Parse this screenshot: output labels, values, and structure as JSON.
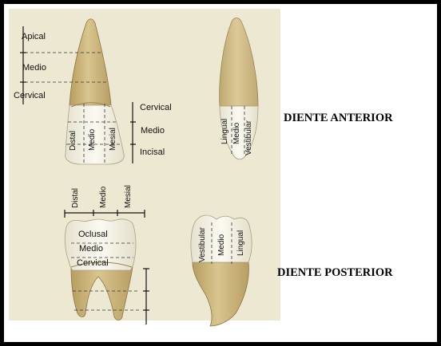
{
  "anterior": {
    "root_divisions": [
      "Apical",
      "Medio",
      "Cervical"
    ],
    "crown_divisions": [
      "Cervical",
      "Medio",
      "Incisal"
    ],
    "front_columns": [
      "Distal",
      "Medio",
      "Mesial"
    ],
    "side_columns": [
      "Lingual",
      "Medio",
      "Vestibular"
    ]
  },
  "posterior": {
    "top_columns": [
      "Distal",
      "Medio",
      "Mesial"
    ],
    "crown_rows": [
      "Oclusal",
      "Medio",
      "Cervical"
    ],
    "side_columns": [
      "Vestibular",
      "Medio",
      "Lingual"
    ]
  },
  "captions": {
    "anterior": "DIENTE ANTERIOR",
    "posterior": "DIENTE POSTERIOR"
  },
  "colors": {
    "enamel": "#f6f4e6",
    "root": "#cdb67c",
    "page": "#ece8d2",
    "frame": "#000000"
  }
}
